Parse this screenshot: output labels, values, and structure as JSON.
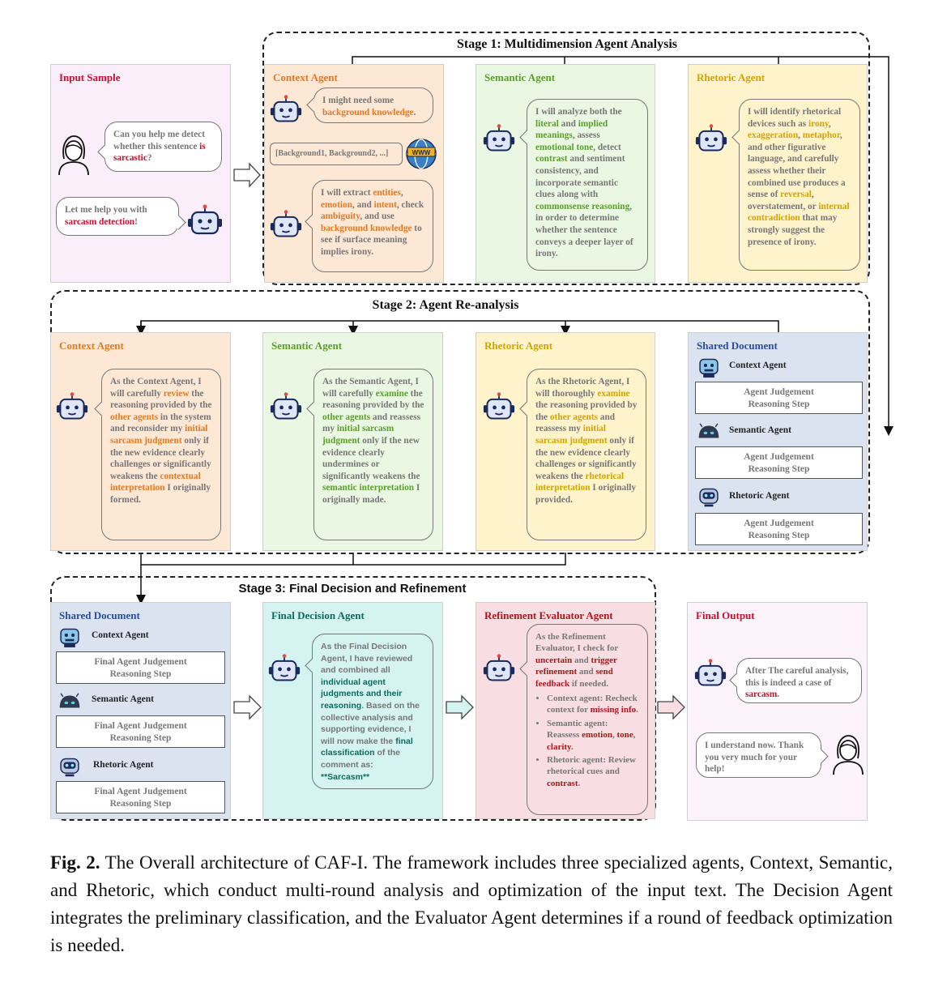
{
  "stage1": {
    "title": "Stage 1: Multidimension Agent Analysis",
    "input_sample": {
      "title": "Input Sample",
      "user_text_a": "Can you help me detect whether this sentence ",
      "user_text_b": "is sarcastic",
      "user_text_c": "?",
      "bot_text_a": "Let me help you with ",
      "bot_text_b": "sarcasm detection",
      "bot_text_c": "!"
    },
    "context": {
      "title": "Context Agent",
      "b1_a": "I might need some ",
      "b1_b": "background knowledge",
      "b1_c": ".",
      "search": "[Background1, Background2, ...]",
      "www": "WWW",
      "b2_a": "I will extract ",
      "b2_b": "entities",
      "b2_c": ", ",
      "b2_d": "emotion",
      "b2_e": ", and ",
      "b2_f": "intent",
      "b2_g": ", check ",
      "b2_h": "ambiguity",
      "b2_i": ", and use ",
      "b2_j": "background knowledge",
      "b2_k": " to see if surface meaning implies irony."
    },
    "semantic": {
      "title": "Semantic Agent",
      "t_a": "I will analyze both the ",
      "t_b": "literal",
      "t_c": " and ",
      "t_d": "implied meanings",
      "t_e": ", assess ",
      "t_f": "emotional tone",
      "t_g": ", detect ",
      "t_h": "contrast",
      "t_i": " and sentiment consistency, and incorporate semantic clues along with ",
      "t_j": "commonsense reasoning",
      "t_k": ", in order to determine whether the sentence conveys a deeper layer of irony."
    },
    "rhetoric": {
      "title": "Rhetoric Agent",
      "t_a": "I will identify rhetorical devices such as ",
      "t_b": "irony",
      "t_c": ", ",
      "t_d": "exaggeration",
      "t_e": ", ",
      "t_f": "metaphor",
      "t_g": ", and other figurative language, and carefully assess whether their combined use produces a sense of ",
      "t_h": "reversal",
      "t_i": ", overstatement, or ",
      "t_j": "internal contradiction",
      "t_k": " that may strongly suggest the presence of irony."
    }
  },
  "stage2": {
    "title": "Stage 2: Agent Re-analysis",
    "context": {
      "title": "Context Agent",
      "t_a": "As the Context Agent, I will carefully ",
      "t_b": "review",
      "t_c": " the reasoning provided by the ",
      "t_d": "other agents",
      "t_e": " in the system and reconsider my ",
      "t_f": "initial sarcasm judgment",
      "t_g": " only if the new evidence clearly challenges or significantly weakens the ",
      "t_h": "contextual interpretation",
      "t_i": " I originally formed."
    },
    "semantic": {
      "title": "Semantic Agent",
      "t_a": "As the Semantic Agent, I will carefully ",
      "t_b": "examine",
      "t_c": " the reasoning provided by the ",
      "t_d": "other agents",
      "t_e": " and reassess my ",
      "t_f": "initial sarcasm judgment",
      "t_g": " only if the new evidence clearly undermines or significantly weakens the ",
      "t_h": "semantic interpretation",
      "t_i": " I originally made."
    },
    "rhetoric": {
      "title": "Rhetoric Agent",
      "t_a": "As the Rhetoric Agent, I will thoroughly ",
      "t_b": "examine",
      "t_c": " the reasoning provided by the ",
      "t_d": "other agents",
      "t_e": " and reassess my ",
      "t_f": "initial sarcasm judgment",
      "t_g": " only if the new evidence clearly challenges or significantly weakens the ",
      "t_h": "rhetorical interpretation",
      "t_i": " I originally provided."
    },
    "shared": {
      "title": "Shared Document",
      "agent1": "Context Agent",
      "agent2": "Semantic Agent",
      "agent3": "Rhetoric Agent",
      "box_l1": "Agent Judgement",
      "box_l2": "Reasoning Step"
    }
  },
  "stage3": {
    "title": "Stage 3: Final Decision and Refinement",
    "shared": {
      "title": "Shared Document",
      "agent1": "Context Agent",
      "agent2": "Semantic Agent",
      "agent3": "Rhetoric Agent",
      "box_l1": "Final Agent Judgement",
      "box_l2": "Reasoning Step"
    },
    "final_decision": {
      "title": "Final Decision Agent",
      "t_a": "As the Final Decision Agent, I have reviewed and combined all ",
      "t_b": "individual agent judgments and their reasoning",
      "t_c": ". Based on the collective analysis and supporting evidence, I will now make the ",
      "t_d": "final classification",
      "t_e": " of the comment as:",
      "t_f": "**Sarcasm**"
    },
    "refinement": {
      "title": "Refinement Evaluator Agent",
      "t_a": "As the Refinement Evaluator, I check for ",
      "t_b": "uncertain",
      "t_c": " and ",
      "t_d": "trigger refinement",
      "t_e": "  and ",
      "t_f": "send feedback",
      "t_g": " if needed.",
      "i1_a": "Context agent: Recheck context for ",
      "i1_b": "missing info",
      "i1_c": ".",
      "i2_a": "Semantic agent: Reassess ",
      "i2_b": "emotion",
      "i2_c": ", ",
      "i2_d": "tone",
      "i2_e": ", ",
      "i2_f": "clarity",
      "i2_g": ".",
      "i3_a": "Rhetoric agent: Review rhetorical cues and ",
      "i3_b": "contrast",
      "i3_c": "."
    },
    "final_output": {
      "title": "Final Output",
      "bot_a": "After The careful analysis, this is indeed a case of ",
      "bot_b": "sarcasm",
      "bot_c": ".",
      "user": "I understand now. Thank you very much for your help!"
    }
  },
  "caption": {
    "label": "Fig. 2.",
    "text": " The Overall architecture of CAF-I. The framework includes three specialized agents, Context, Semantic, and Rhetoric, which conduct multi-round analysis and optimization of the input text. The Decision Agent integrates the preliminary classification, and the Evaluator Agent determines if a round of feedback optimization is needed."
  },
  "colors": {
    "orange": "#e07b24",
    "green": "#5ba02a",
    "gold": "#d1a400",
    "red": "#c8102e",
    "teal": "#0d6b5e",
    "input_bg": "#fbeefb",
    "context_bg": "#fde7d5",
    "semantic_bg": "#eaf7e2",
    "rhetoric_bg": "#fff3cc",
    "shared_bg": "#dbe3f1",
    "decision_bg": "#d4f3f1",
    "refine_bg": "#f8dde2",
    "output_bg": "#fdf3fb"
  }
}
